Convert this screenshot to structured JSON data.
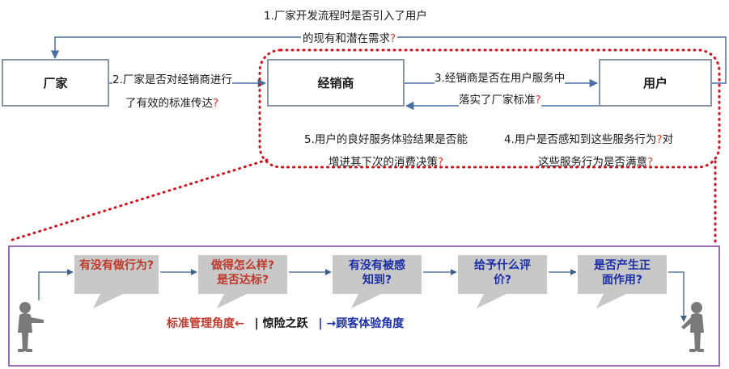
{
  "top_flow": {
    "box_factory": "厂家",
    "box_dealer": "经销商",
    "box_user": "用户",
    "q1_line1": "1.厂家开发流程时是否引入了用户",
    "q1_line2": "的现有和潜在需求",
    "q2_line1": "2.厂家是否对经销商进行",
    "q2_line2": "了有效的标准传达",
    "q3_line1": "3.经销商是否在用户服务中",
    "q3_line2": "落实了厂家标准",
    "q4_line1": "4.用户是否感知到这些服务行为",
    "q4_mid": "对",
    "q4_line2": "这些服务行为是否满意",
    "q5_line1": "5.用户的良好服务体验结果是否能",
    "q5_line2": "增进其下次的消费决策",
    "question_mark": "?"
  },
  "bottom_flow": {
    "steps": [
      {
        "line1": "有没有做行为?",
        "line2": "",
        "color": "#c0392b"
      },
      {
        "line1": "做得怎么样?",
        "line2": "是否达标?",
        "color": "#c0392b"
      },
      {
        "line1": "有没有被感",
        "line2": "知到?",
        "color": "#1a2fa8"
      },
      {
        "line1": "给予什么评",
        "line2": "价?",
        "color": "#1a2fa8"
      },
      {
        "line1": "是否产生正",
        "line2": "面作用?",
        "color": "#1a2fa8"
      }
    ],
    "legend_left": "标准管理角度←",
    "legend_mid": "| 惊险之跃",
    "legend_right": "| →顾客体验角度"
  },
  "colors": {
    "box_border": "#8a96a3",
    "arrow": "#4a6fa5",
    "dotted": "#d0101a",
    "frame": "#7a3e98",
    "bubble_fill": "#c8c8c8",
    "figure": "#7a7a7a",
    "red_text": "#c0392b",
    "blue_text": "#1a2fa8"
  }
}
